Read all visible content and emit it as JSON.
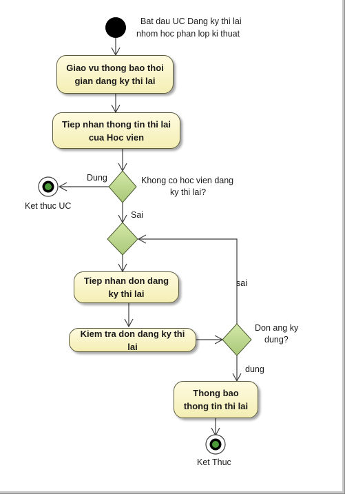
{
  "start_note_line1": "Bat dau UC Dang ky thi lai",
  "start_note_line2": "nhom hoc phan lop ki thuat",
  "actions": {
    "announce": "Giao vu thong bao thoi gian dang ky thi lai",
    "receive_info": "Tiep nhan thong tin thi lai cua Hoc vien",
    "receive_form": "Tiep nhan don dang ky thi lai",
    "check_form": "Kiem tra don dang ky thi lai",
    "notify": "Thong bao thong tin thi lai"
  },
  "decision1": {
    "question_line1": "Khong co hoc vien dang",
    "question_line2": "ky thi lai?",
    "yes_label": "Dung",
    "no_label": "Sai"
  },
  "decision2": {
    "question_line1": "Don ang ky",
    "question_line2": "dung?",
    "yes_label": "dung",
    "no_label": "sai"
  },
  "end_uc_label": "Ket thuc UC",
  "end_label": "Ket Thuc",
  "colors": {
    "action_fill": "#f7f2c4",
    "decision_fill": "#b9d58c",
    "stroke": "#3c3c3c",
    "start_fill": "#000000"
  }
}
